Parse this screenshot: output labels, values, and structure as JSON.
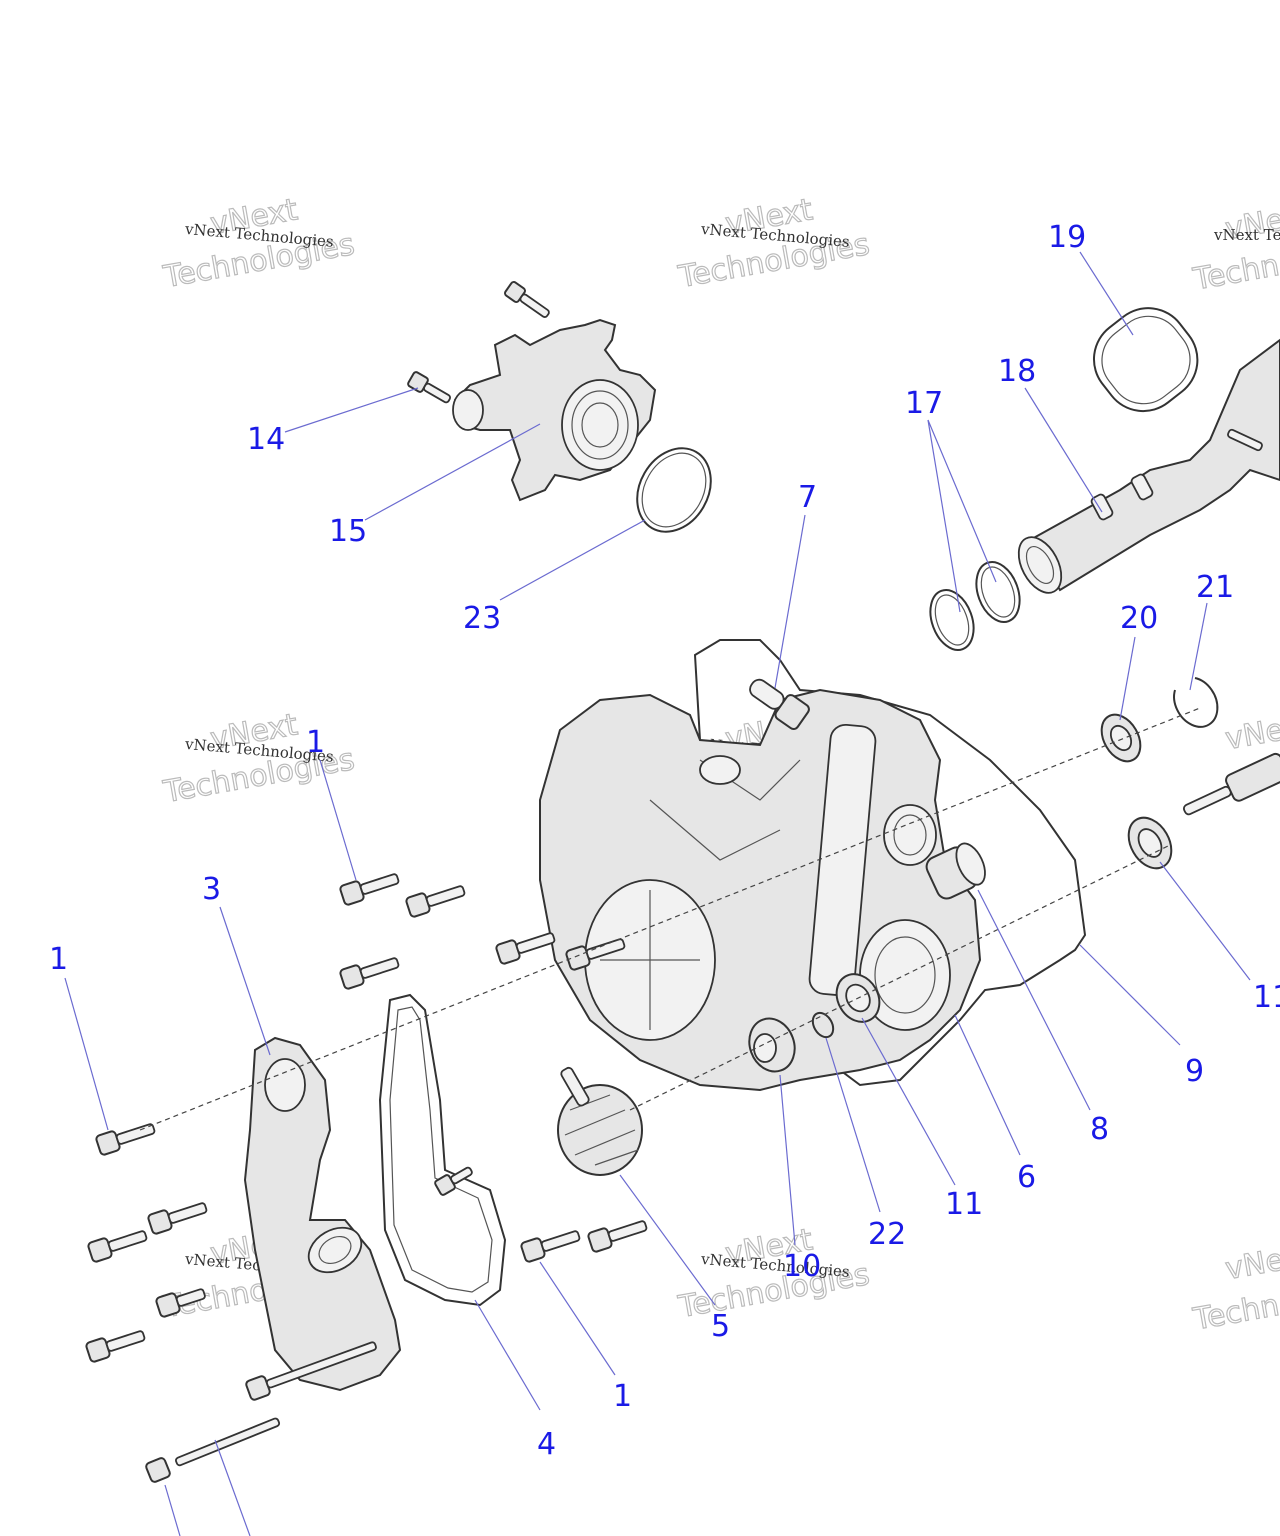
{
  "callouts": [
    {
      "label": "19"
    },
    {
      "label": "18"
    },
    {
      "label": "17"
    },
    {
      "label": "14"
    },
    {
      "label": "15"
    },
    {
      "label": "23"
    },
    {
      "label": "7"
    },
    {
      "label": "20"
    },
    {
      "label": "21"
    },
    {
      "label": "1"
    },
    {
      "label": "3"
    },
    {
      "label": "1"
    },
    {
      "label": "9"
    },
    {
      "label": "11"
    },
    {
      "label": "8"
    },
    {
      "label": "6"
    },
    {
      "label": "11"
    },
    {
      "label": "22"
    },
    {
      "label": "10"
    },
    {
      "label": "5"
    },
    {
      "label": "1"
    },
    {
      "label": "4"
    }
  ],
  "watermark": {
    "line_small": "vNext Technologies",
    "line_big_1": "vNext",
    "line_big_2": "Technologies"
  }
}
